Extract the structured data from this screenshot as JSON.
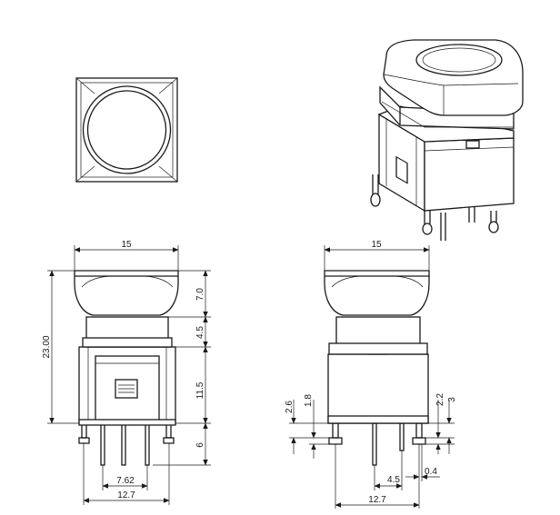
{
  "front_view": {
    "width": "15",
    "height_total": "23.00",
    "cap_height": "7.0",
    "neck_height": "4.5",
    "body_height": "11.5",
    "pin_length": "6",
    "pin_spacing_inner": "7.62",
    "pin_spacing_outer": "12.7"
  },
  "side_view": {
    "width": "15",
    "left_offset_a": "2.6",
    "left_offset_b": "1.8",
    "right_offset_a": "2.2",
    "right_offset_b": "3",
    "pin_spacing_a": "4.5",
    "pin_thickness": "0.4",
    "pin_spacing_b": "12.7"
  }
}
